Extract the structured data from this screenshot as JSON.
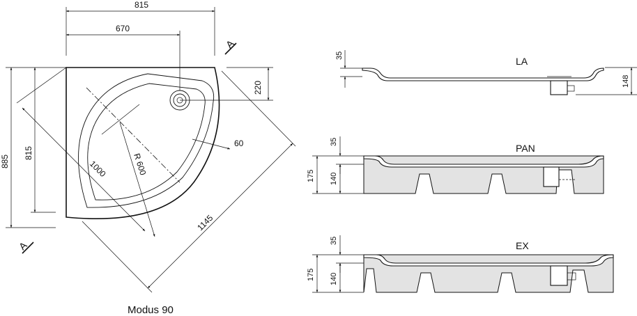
{
  "plan": {
    "caption": "Modus 90",
    "dims": {
      "width_outer": "815",
      "width_inner": "670",
      "height_outer": "885",
      "height_inner": "815",
      "diagonal": "1145",
      "inner_diag": "1000",
      "radius": "R 600",
      "drain_offset": "220",
      "rim": "60"
    },
    "section_marker_top": "A",
    "section_marker_bottom": "A"
  },
  "sections": {
    "la": {
      "label": "LA",
      "depth": "35",
      "height": "148"
    },
    "pan": {
      "label": "PAN",
      "depth": "35",
      "total": "175",
      "inner": "140"
    },
    "ex": {
      "label": "EX",
      "depth": "35",
      "total": "175",
      "inner": "140"
    }
  }
}
